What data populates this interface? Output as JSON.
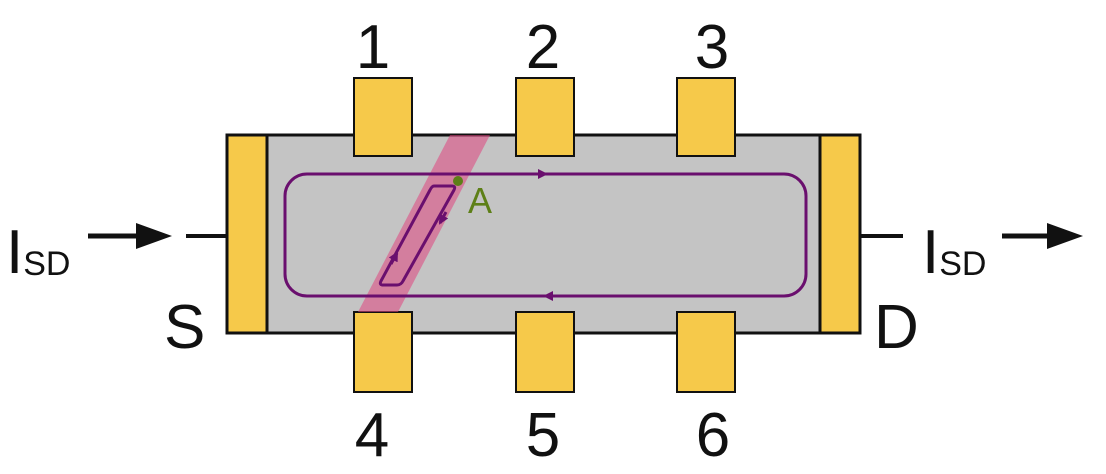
{
  "contacts": {
    "top": [
      "1",
      "2",
      "3"
    ],
    "bottom": [
      "4",
      "5",
      "6"
    ]
  },
  "terminals": {
    "source": "S",
    "drain": "D"
  },
  "current": {
    "in_main": "I",
    "in_sub": "SD",
    "out_main": "I",
    "out_sub": "SD"
  },
  "point": {
    "label": "A"
  },
  "colors": {
    "contact": "#f6c94a",
    "channel": "#c4c4c4",
    "outline": "#111111",
    "edge_loop": "#6a0f6e",
    "stripe": "#e0457f",
    "point": "#5d7f17"
  }
}
